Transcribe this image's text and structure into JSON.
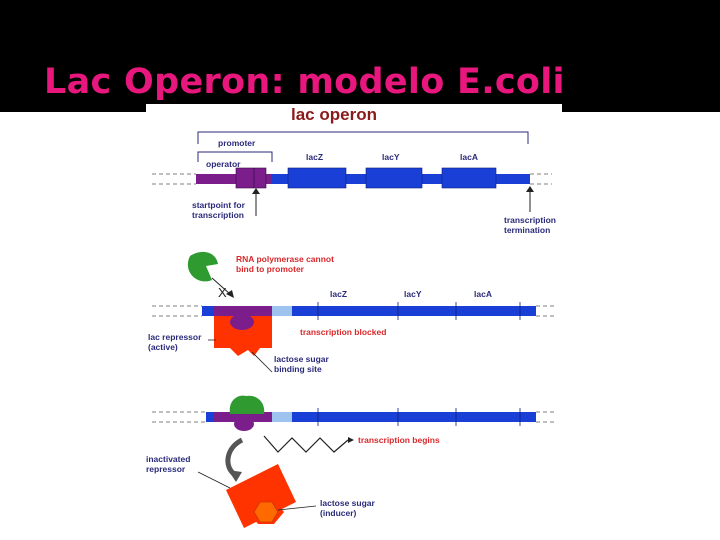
{
  "slide": {
    "title": "Lac Operon: modelo E.coli"
  },
  "figure": {
    "title": "lac operon",
    "panel1": {
      "promoter": "promoter",
      "operator": "operator",
      "genes": [
        "lacZ",
        "lacY",
        "lacA"
      ],
      "startpoint": [
        "startpoint for",
        "transcription"
      ],
      "termination": [
        "transcription",
        "termination"
      ]
    },
    "panel2": {
      "cannot_bind": [
        "RNA polymerase cannot",
        "bind to promoter"
      ],
      "x_mark": "X",
      "genes": [
        "lacZ",
        "lacY",
        "lacA"
      ],
      "repressor": [
        "lac repressor",
        "(active)"
      ],
      "blocked": "transcription blocked",
      "binding_site": [
        "lactose sugar",
        "binding site"
      ]
    },
    "panel3": {
      "begins": "transcription begins",
      "inactivated": [
        "inactivated",
        "repressor"
      ],
      "inducer": [
        "lactose sugar",
        "(inducer)"
      ]
    }
  },
  "colors": {
    "title_magenta": "#e8177d",
    "dna_blue": "#1a3fd6",
    "promoter_purple": "#7b1e8c",
    "repressor_red": "#ff3300",
    "polymerase_green": "#2f9a2f",
    "inducer_orange": "#ff6a00",
    "label_navy": "#2a2a7a",
    "label_red": "#d9282b",
    "figure_title": "#8b1a1a"
  }
}
